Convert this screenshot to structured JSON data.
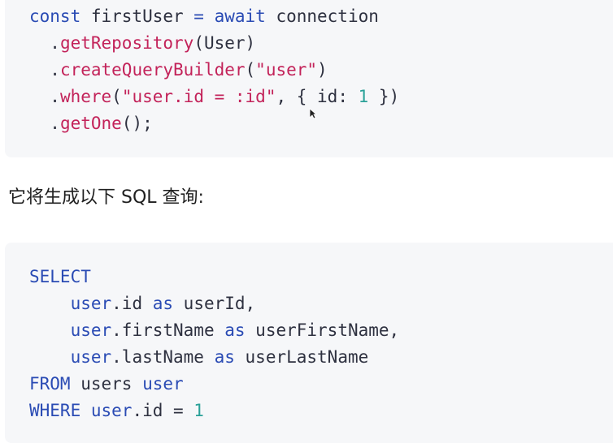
{
  "code_block_1": {
    "lines": [
      [
        {
          "t": "const ",
          "c": "kw"
        },
        {
          "t": "firstUser ",
          "c": "plain"
        },
        {
          "t": "= ",
          "c": "kw"
        },
        {
          "t": "await ",
          "c": "kw"
        },
        {
          "t": "connection",
          "c": "plain"
        }
      ],
      [
        {
          "t": "  .",
          "c": "plain"
        },
        {
          "t": "getRepository",
          "c": "fn"
        },
        {
          "t": "(User)",
          "c": "plain"
        }
      ],
      [
        {
          "t": "  .",
          "c": "plain"
        },
        {
          "t": "createQueryBuilder",
          "c": "fn"
        },
        {
          "t": "(",
          "c": "plain"
        },
        {
          "t": "\"user\"",
          "c": "str"
        },
        {
          "t": ")",
          "c": "plain"
        }
      ],
      [
        {
          "t": "  .",
          "c": "plain"
        },
        {
          "t": "where",
          "c": "fn"
        },
        {
          "t": "(",
          "c": "plain"
        },
        {
          "t": "\"user.id = :id\"",
          "c": "str"
        },
        {
          "t": ", { id: ",
          "c": "plain"
        },
        {
          "t": "1",
          "c": "num"
        },
        {
          "t": " })",
          "c": "plain"
        }
      ],
      [
        {
          "t": "  .",
          "c": "plain"
        },
        {
          "t": "getOne",
          "c": "fn"
        },
        {
          "t": "();",
          "c": "plain"
        }
      ]
    ]
  },
  "prose": {
    "text": "它将生成以下 SQL 查询:"
  },
  "code_block_2": {
    "lines": [
      [
        {
          "t": "SELECT",
          "c": "kw"
        }
      ],
      [
        {
          "t": "    user",
          "c": "kw"
        },
        {
          "t": ".id ",
          "c": "plain"
        },
        {
          "t": "as ",
          "c": "kw"
        },
        {
          "t": "userId,",
          "c": "plain"
        }
      ],
      [
        {
          "t": "    user",
          "c": "kw"
        },
        {
          "t": ".firstName ",
          "c": "plain"
        },
        {
          "t": "as ",
          "c": "kw"
        },
        {
          "t": "userFirstName,",
          "c": "plain"
        }
      ],
      [
        {
          "t": "    user",
          "c": "kw"
        },
        {
          "t": ".lastName ",
          "c": "plain"
        },
        {
          "t": "as ",
          "c": "kw"
        },
        {
          "t": "userLastName",
          "c": "plain"
        }
      ],
      [
        {
          "t": "FROM ",
          "c": "kw"
        },
        {
          "t": "users ",
          "c": "plain"
        },
        {
          "t": "user",
          "c": "kw"
        }
      ],
      [
        {
          "t": "WHERE ",
          "c": "kw"
        },
        {
          "t": "user",
          "c": "kw"
        },
        {
          "t": ".id = ",
          "c": "plain"
        },
        {
          "t": "1",
          "c": "num"
        }
      ]
    ]
  },
  "colors": {
    "keyword": "#2a4bb4",
    "function": "#c3235a",
    "string": "#c3235a",
    "number": "#2aa198",
    "text": "#2e3140",
    "code_bg": "#f6f7f9"
  },
  "icons": {
    "cursor": "mouse-cursor-icon"
  }
}
